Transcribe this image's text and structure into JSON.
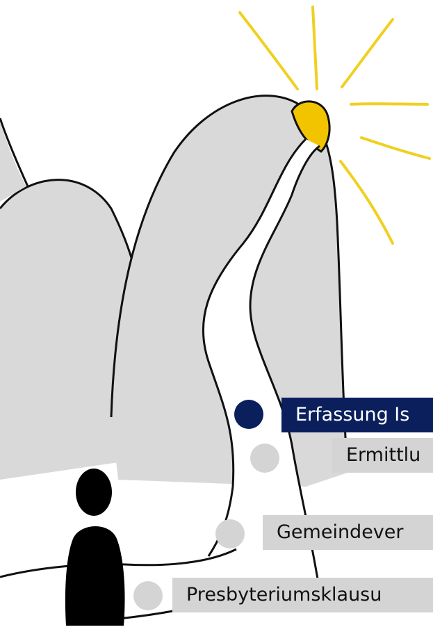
{
  "colors": {
    "active": "#0a1f5c",
    "inactive": "#d4d4d4",
    "active_text": "#ffffff",
    "inactive_text": "#111111",
    "mountain": "#d9d9d9",
    "sun": "#f2c400",
    "ray": "#f0d020"
  },
  "steps": [
    {
      "label": "Erfassung Is",
      "active": true
    },
    {
      "label": "Ermittlu",
      "active": false
    },
    {
      "label": "Gemeindever",
      "active": false
    },
    {
      "label": "Presbyteriumsklausu",
      "active": false
    }
  ]
}
